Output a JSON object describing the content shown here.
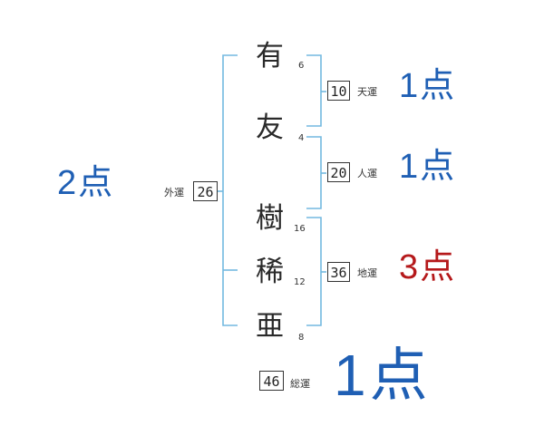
{
  "colors": {
    "bracket": "#73b9e0",
    "score_blue": "#1f5fb4",
    "score_red": "#b5191b"
  },
  "characters": [
    {
      "char": "有",
      "strokes": "6"
    },
    {
      "char": "友",
      "strokes": "4"
    },
    {
      "char": "樹",
      "strokes": "16"
    },
    {
      "char": "稀",
      "strokes": "12"
    },
    {
      "char": "亜",
      "strokes": "8"
    }
  ],
  "fortunes": {
    "tenkaku": {
      "value": "10",
      "label": "天運",
      "score": "1点",
      "color": "blue"
    },
    "jinkaku": {
      "value": "20",
      "label": "人運",
      "score": "1点",
      "color": "blue"
    },
    "chikaku": {
      "value": "36",
      "label": "地運",
      "score": "3点",
      "color": "red"
    },
    "gaikaku": {
      "value": "26",
      "label": "外運",
      "score": "2点",
      "color": "blue"
    },
    "soukaku": {
      "value": "46",
      "label": "総運",
      "score": "1点",
      "color": "blue"
    }
  }
}
